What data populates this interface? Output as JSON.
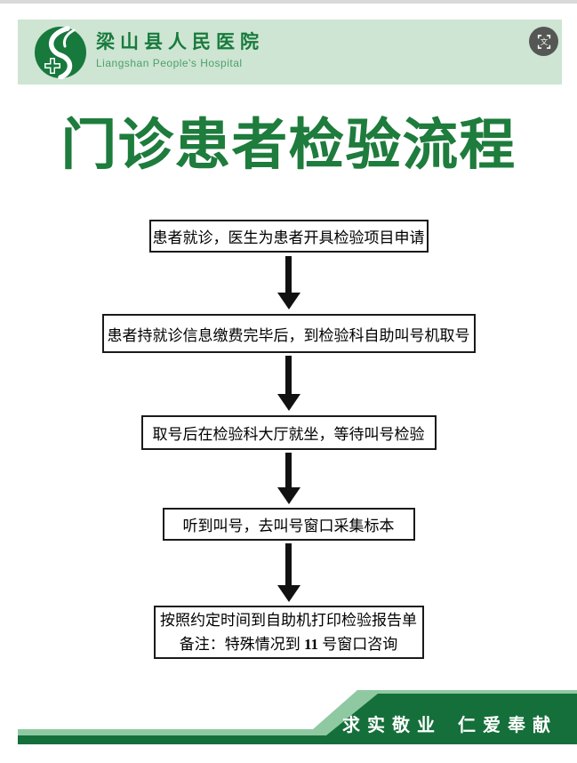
{
  "colors": {
    "header_bg": "#cde5d2",
    "brand_green": "#187a3d",
    "brand_green_light": "#4f9e6c",
    "title_green": "#1e7c3c",
    "footer_dark_green": "#156f3a",
    "footer_light_green": "#8fc9a2",
    "box_border": "#1a1a1a",
    "arrow_black": "#111111",
    "overlay_button_bg": "#3e3e3e"
  },
  "header": {
    "hospital_name_cn": "梁山县人民医院",
    "hospital_name_en": "Liangshan People's Hospital"
  },
  "overlay": {
    "translate_glyph": "文"
  },
  "title": "门诊患者检验流程",
  "flow": {
    "steps": [
      {
        "text": "患者就诊，医生为患者开具检验项目申请"
      },
      {
        "text": "患者持就诊信息缴费完毕后，到检验科自助叫号机取号"
      },
      {
        "text": "取号后在检验科大厅就坐，等待叫号检验"
      },
      {
        "text": "听到叫号，去叫号窗口采集标本"
      },
      {
        "text": "按照约定时间到自助机打印检验报告单",
        "note_prefix": "备注：特殊情况到 ",
        "note_strong": "11",
        "note_suffix": " 号窗口咨询"
      }
    ]
  },
  "footer": {
    "motto_left": "求实敬业",
    "motto_right": "仁爱奉献"
  }
}
